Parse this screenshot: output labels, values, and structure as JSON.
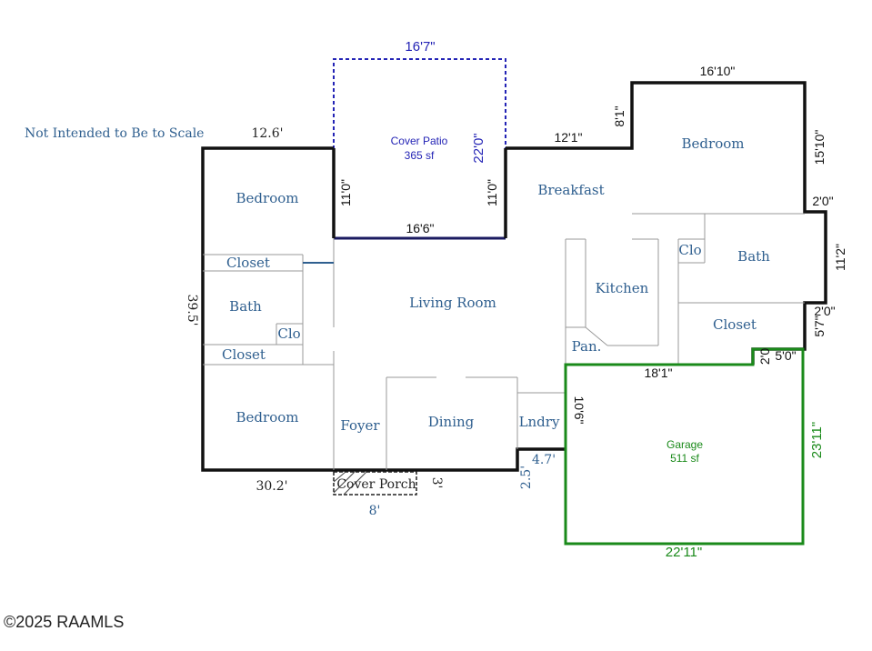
{
  "note": "Not Intended to Be to Scale",
  "copyright": "©2025 RAAMLS",
  "rooms": {
    "bedroom_nw": "Bedroom",
    "closet_1": "Closet",
    "bath_w": "Bath",
    "clo_w": "Clo",
    "closet_2": "Closet",
    "bedroom_sw": "Bedroom",
    "living_room": "Living Room",
    "foyer": "Foyer",
    "dining": "Dining",
    "laundry": "Lndry",
    "breakfast": "Breakfast",
    "kitchen": "Kitchen",
    "pantry": "Pan.",
    "bedroom_ne": "Bedroom",
    "clo_e": "Clo",
    "bath_e": "Bath",
    "closet_e": "Closet"
  },
  "patio": {
    "name": "Cover Patio",
    "area": "365 sf"
  },
  "porch": {
    "name": "Cover Porch"
  },
  "garage": {
    "name": "Garage",
    "area": "511 sf"
  },
  "dimensions": {
    "patio_top": "16'7\"",
    "patio_right": "22'0\"",
    "patio_bottom": "16'6\"",
    "patio_left_wall": "11'0\"",
    "patio_right_wall": "11'0\"",
    "west_top": "12.6'",
    "west_side": "39.5'",
    "south": "30.2'",
    "porch_width": "8'",
    "porch_depth": "3'",
    "breakfast_top": "12'1\"",
    "bedroom_ne_offset": "8'1\"",
    "bedroom_ne_top": "16'10\"",
    "bedroom_ne_side": "15'10\"",
    "east_jog_1": "2'0\"",
    "bath_e_side": "11'2\"",
    "east_jog_2": "2'0\"",
    "closet_e_side": "5'7\"",
    "garage_notch_side": "2'0",
    "garage_notch_top": "5'0\"",
    "garage_top": "18'1\"",
    "garage_left": "10'6\"",
    "laundry_jog_width": "4.7'",
    "laundry_jog_depth": "2.5'",
    "garage_right": "23'11\"",
    "garage_bottom": "22'11\""
  },
  "colors": {
    "wall": "#111111",
    "interior": "#9a9a9a",
    "patio": "#2323b5",
    "garage": "#1a8a1a",
    "room_text": "#2f5f8f"
  }
}
